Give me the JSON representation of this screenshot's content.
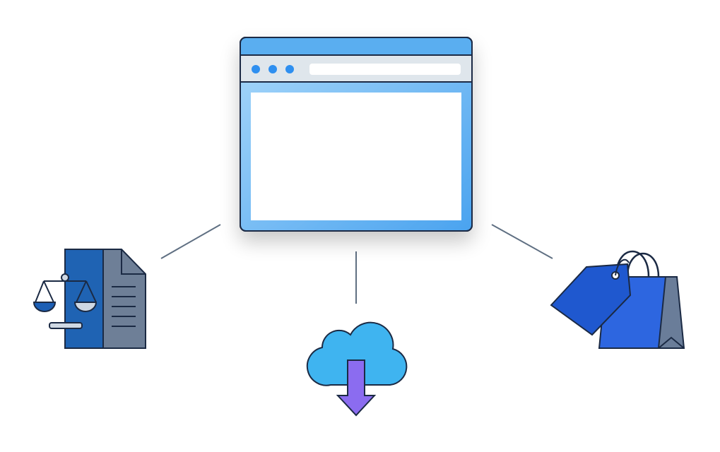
{
  "colors": {
    "line": "#5f6f82",
    "outline": "#1b2a44",
    "browser_title_bar": "#5aaef0",
    "browser_toolbar": "#dfe6ec",
    "browser_frame": "#8cc8f5",
    "browser_dot": "#2f8ff0",
    "doc_blue": "#1f63b3",
    "doc_gray": "#6e7f97",
    "scale_pan": "#1c5fb5",
    "cloud": "#3fb4f0",
    "arrow": "#8b6cf0",
    "tag": "#1f58cf",
    "bag": "#2d66e0",
    "bag_side": "#6a7d99"
  },
  "diagram": {
    "center_node": {
      "icon": "browser-window-icon"
    },
    "connectors": [
      "connector-left",
      "connector-bottom",
      "connector-right"
    ],
    "nodes": [
      {
        "icon": "legal-document-icon"
      },
      {
        "icon": "cloud-download-icon"
      },
      {
        "icon": "shopping-bag-tag-icon"
      }
    ]
  }
}
